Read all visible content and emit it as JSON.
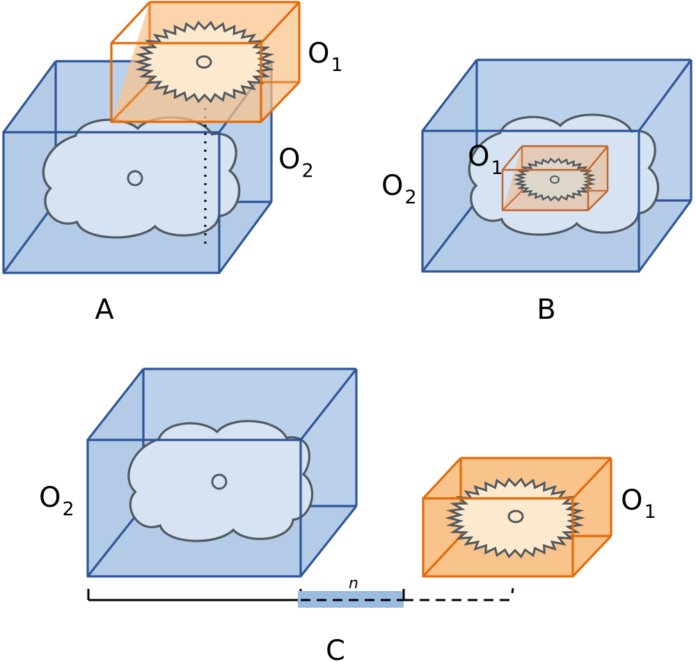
{
  "panels": [
    {
      "id": "A",
      "caption": "A"
    },
    {
      "id": "B",
      "caption": "B"
    },
    {
      "id": "C",
      "caption": "C"
    }
  ],
  "objects": {
    "o1": {
      "main": "O",
      "subscript": "1"
    },
    "o2": {
      "main": "O",
      "subscript": "2"
    }
  },
  "gap_label": "n",
  "colors": {
    "o2_fill": "#b3cbe7",
    "o2_stroke": "#2e5597",
    "o2_shape_fill": "#d5e3f2",
    "o1_fill": "#f9c38c",
    "o1_stroke": "#e26b0a",
    "o1_shape_fill": "#fde9cd",
    "shape_stroke": "#50595f",
    "gap_bar": "#9bbbe0"
  }
}
